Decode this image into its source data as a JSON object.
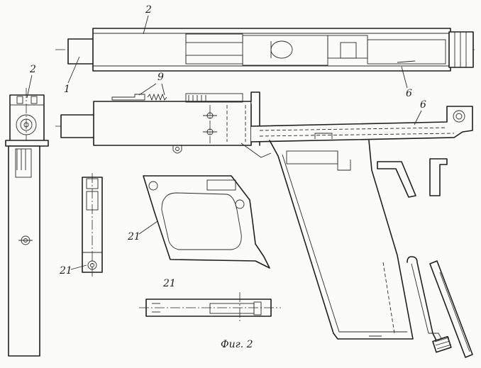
{
  "labels": {
    "barrel_tube": "1",
    "receiver": "2",
    "receiver_side": "2",
    "frame_top": "6",
    "frame_bottom": "6",
    "spring": "9",
    "grip_plate": "21",
    "small_plate": "21",
    "bottom_plate": "21"
  },
  "caption": "Фиг. 2",
  "colors": {
    "ink": "#1f1f1f",
    "paper": "#fbfbf8"
  }
}
